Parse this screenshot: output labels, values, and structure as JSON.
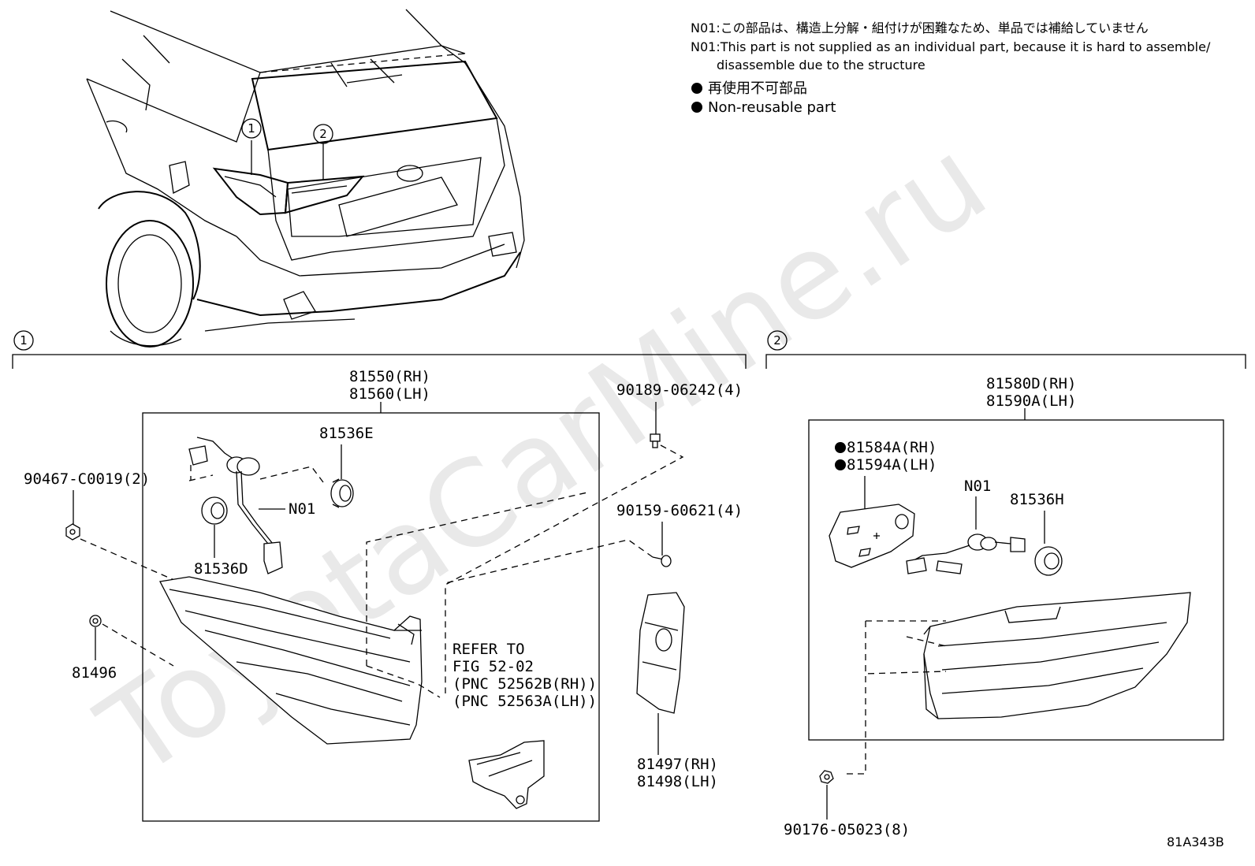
{
  "watermark": "ToyotaCarMine.ru",
  "notes": {
    "n01_jp": "N01:この部品は、構造上分解・組付けが困難なため、単品では補給していません",
    "n01_en_1": "N01:This part is not supplied as an individual part, because it is hard to assemble/",
    "n01_en_2": "disassemble due to the structure",
    "nonreuse_jp": "再使用不可部品",
    "nonreuse_en": "Non-reusable part"
  },
  "callouts": {
    "c1": "1",
    "c2": "2"
  },
  "group1": {
    "assy_rh": "81550(RH)",
    "assy_lh": "81560(LH)",
    "bolt_top": "90189-06242(4)",
    "socket_e": "81536E",
    "nut_left": "90467-C0019(2)",
    "n01": "N01",
    "screw_right": "90159-60621(4)",
    "socket_d": "81536D",
    "clip": "81496",
    "refer_1": "REFER TO",
    "refer_2": "FIG 52-02",
    "refer_3": "(PNC 52562B(RH))",
    "refer_4": "(PNC 52563A(LH))",
    "cover_rh": "81497(RH)",
    "cover_lh": "81498(LH)"
  },
  "group2": {
    "assy_rh": "81580D(RH)",
    "assy_lh": "81590A(LH)",
    "gasket_rh": "81584A(RH)",
    "gasket_lh": "81594A(LH)",
    "n01": "N01",
    "socket_h": "81536H",
    "nut": "90176-05023(8)"
  },
  "figure_code": "81A343B"
}
